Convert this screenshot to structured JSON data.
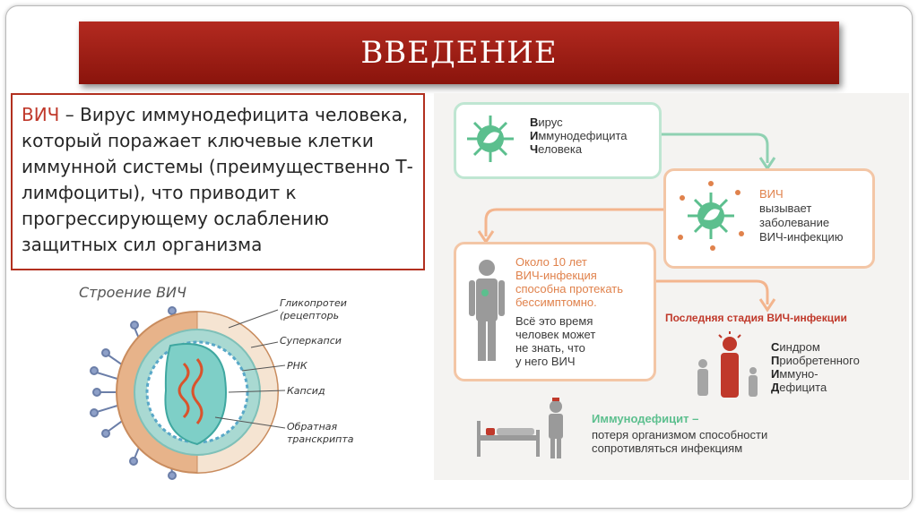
{
  "slide": {
    "title": "ВВЕДЕНИЕ"
  },
  "definition": {
    "term": "ВИЧ",
    "text": " – Вирус иммунодефицита человека, который поражает ключевые клетки иммунной системы (преимущественно Т-лимфоциты), что приводит к прогрессирующему ослаблению защитных сил организма"
  },
  "virus_diagram": {
    "title": "Строение ВИЧ",
    "labels": [
      "Гликопротеи",
      "(рецепторь",
      "Суперкапси",
      "РНК",
      "Капсид",
      "Обратная",
      "транскрипта"
    ]
  },
  "infographic": {
    "box1": {
      "lines": [
        {
          "initial": "В",
          "rest": "ирус"
        },
        {
          "initial": "И",
          "rest": "ммунодефицита"
        },
        {
          "initial": "Ч",
          "rest": "еловека"
        }
      ]
    },
    "box2": {
      "lines": [
        "ВИЧ",
        "вызывает",
        "заболевание",
        "ВИЧ-инфекцию"
      ]
    },
    "box3": {
      "orange_lines": [
        "Около 10 лет",
        "ВИЧ-инфекция",
        "способна протекать",
        "бессимптомно."
      ],
      "dark_lines": [
        "Всё это время",
        "человек может",
        "не знать, что",
        "у него ВИЧ"
      ]
    },
    "last_stage": "Последняя стадия ВИЧ-инфекции",
    "aids": [
      {
        "initial": "С",
        "rest": "индром"
      },
      {
        "initial": "П",
        "rest": "риобретенного"
      },
      {
        "initial": "И",
        "rest": "ммуно-"
      },
      {
        "initial": "Д",
        "rest": "ефицита"
      }
    ],
    "immunodeficit_title": "Иммунодефицит –",
    "immunodeficit_lines": [
      "потеря организмом способности",
      "сопротивляться инфекциям"
    ]
  },
  "colors": {
    "title_bar": "#9e1d14",
    "accent_red": "#c0392b",
    "green": "#5cbf8e",
    "orange": "#e0824c"
  }
}
